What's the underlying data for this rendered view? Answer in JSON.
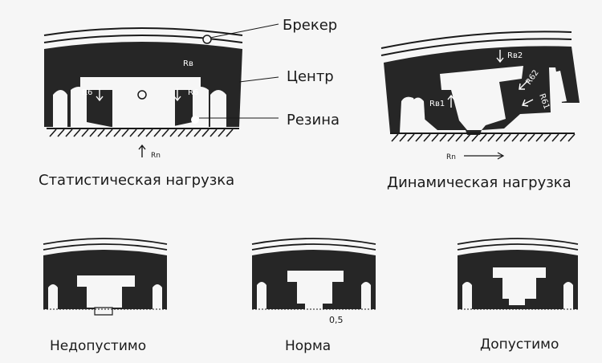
{
  "callouts": {
    "breaker": "Брекер",
    "center": "Центр",
    "rubber": "Резина"
  },
  "static_panel": {
    "caption": "Статистическая нагрузка",
    "force_top": "Rв",
    "force_left": "R6",
    "force_right": "R6",
    "ground_reaction": "Rn"
  },
  "dynamic_panel": {
    "caption": "Динамическая нагрузка",
    "force_top": "Rв2",
    "force_left": "Rв1",
    "force_r62": "R62",
    "force_r61": "R61",
    "ground_reaction": "Rn"
  },
  "bottom_row": [
    {
      "caption": "Недопустимо",
      "note": ""
    },
    {
      "caption": "Норма",
      "note": "0,5"
    },
    {
      "caption": "Допустимо",
      "note": ""
    }
  ],
  "colors": {
    "fill": "#262626",
    "background": "#f6f6f6",
    "line": "#1a1a1a"
  }
}
